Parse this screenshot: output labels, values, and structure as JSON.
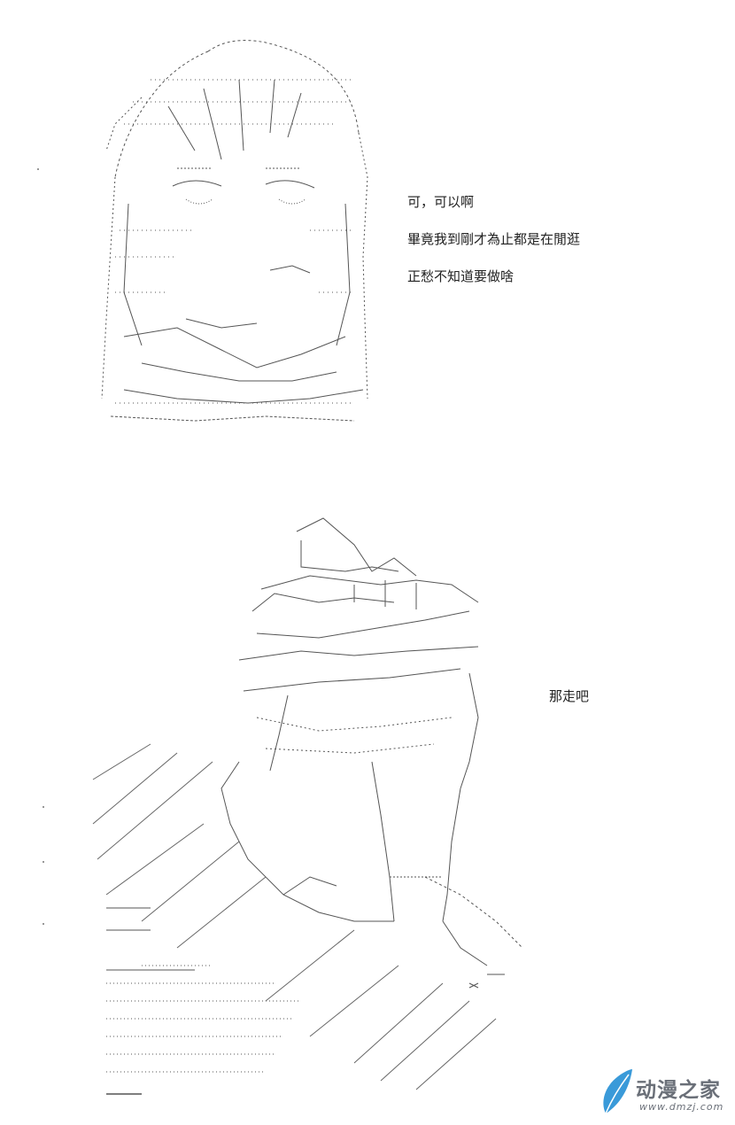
{
  "dialogue": {
    "first": [
      "可，可以啊",
      "畢竟我到剛才為止都是在閒逛",
      "正愁不知道要做啥"
    ],
    "second": "那走吧"
  },
  "watermark": {
    "name": "动漫之家",
    "url": "www.dmzj.com",
    "accent": "#3a9ad9",
    "text_color": "#6a6f78"
  },
  "colors": {
    "background": "#ffffff",
    "ink": "#222222"
  }
}
